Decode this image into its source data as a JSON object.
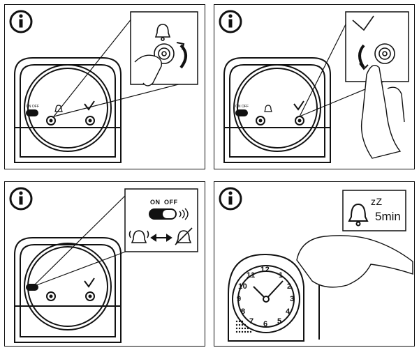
{
  "panels": [
    {
      "id": "panel-1",
      "step": "set-alarm-knob"
    },
    {
      "id": "panel-2",
      "step": "turn-time-knob"
    },
    {
      "id": "panel-3",
      "step": "alarm-switch",
      "switch_on": "ON",
      "switch_off": "OFF"
    },
    {
      "id": "panel-4",
      "step": "snooze",
      "snooze_text": "5min",
      "snooze_zz": "zZ",
      "clock_numbers": [
        "12",
        "1",
        "2",
        "3",
        "4",
        "5",
        "6",
        "7",
        "8",
        "9",
        "10",
        "11"
      ]
    }
  ],
  "icons": {
    "info": "info-circle-icon",
    "bell": "bell-icon",
    "bell_off": "bell-off-icon",
    "arrow": "double-arrow-icon"
  }
}
